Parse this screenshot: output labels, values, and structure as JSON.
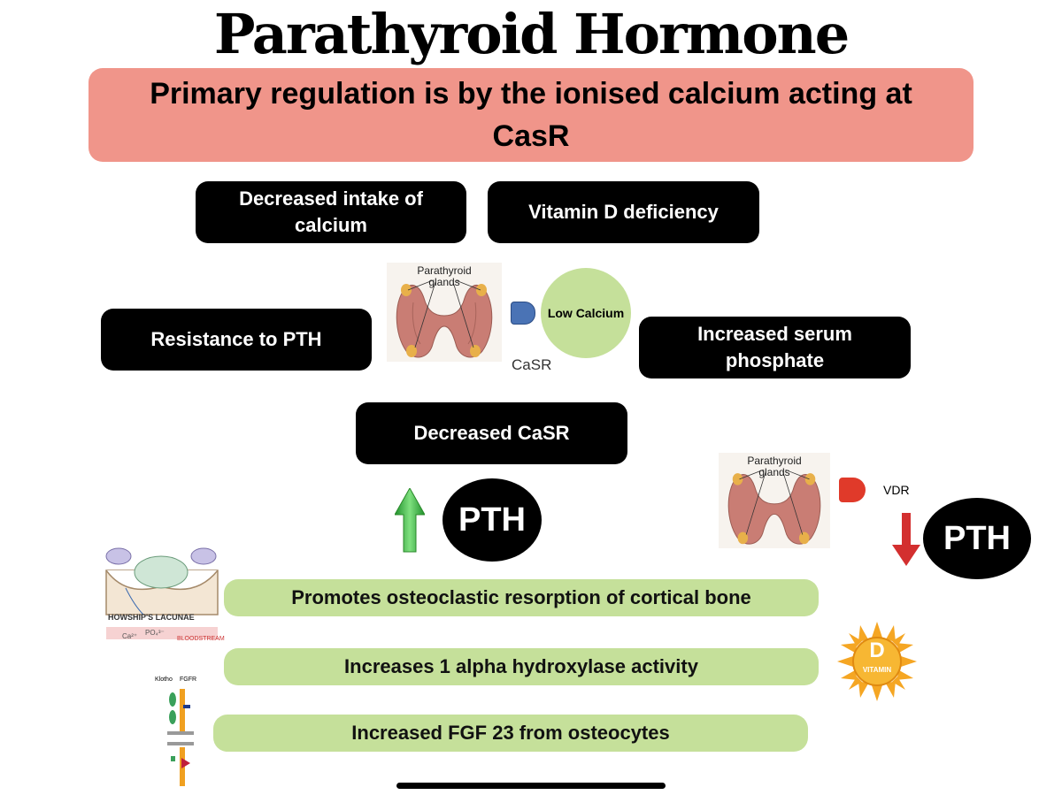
{
  "title": "Parathyroid Hormone",
  "banner": "Primary regulation is by the ionised calcium acting at CasR",
  "factors": {
    "calcium_intake": "Decreased intake of calcium",
    "vitamin_d": "Vitamin D deficiency",
    "pth_resistance": "Resistance to PTH",
    "serum_phosphate": "Increased serum phosphate",
    "casr": "Decreased CaSR"
  },
  "gland_label": "Parathyroid glands",
  "gland_label_2": "Parathyroid glands",
  "casr_label": "CaSR",
  "low_calcium": "Low Calcium",
  "vdr_label": "VDR",
  "pth_up": "PTH",
  "pth_down": "PTH",
  "actions": [
    "Promotes osteoclastic resorption of cortical bone",
    "Increases 1 alpha hydroxylase activity",
    "Increased FGF 23 from osteocytes"
  ],
  "bone_fig": {
    "label": "HOWSHIP'S LACUNAE",
    "bloodstream": "BLOODSTREAM",
    "ca": "Ca²⁺",
    "po4": "PO₄³⁻"
  },
  "receptor_fig": {
    "klotho": "Klotho",
    "fgfr": "FGFR"
  },
  "vitamin_badge": {
    "letter": "D",
    "text": "VITAMIN"
  },
  "colors": {
    "banner": "#f0958a",
    "pill": "#000000",
    "green_bar": "#c5e09a",
    "low_calcium": "#c5e09a",
    "up_arrow": "#3fbf3f",
    "down_arrow": "#d32f2f"
  }
}
